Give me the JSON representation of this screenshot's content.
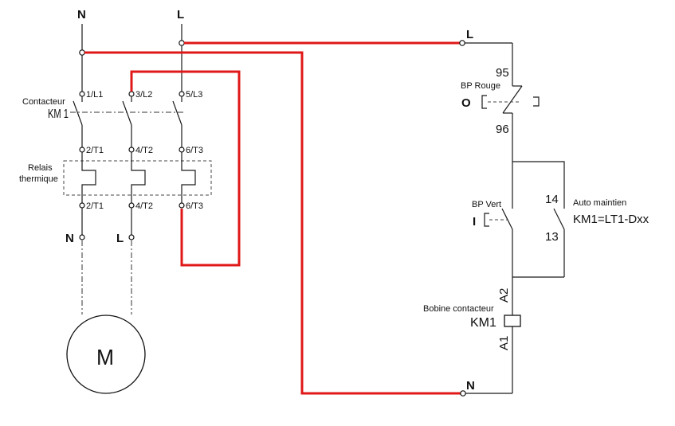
{
  "power": {
    "supply_n": "N",
    "supply_l": "L",
    "terminals_top": [
      "1/L1",
      "3/L2",
      "5/L3"
    ],
    "contactor_label": "Contacteur",
    "contactor_name": "KM 1",
    "terminals_mid": [
      "2/T1",
      "4/T2",
      "6/T3"
    ],
    "relay_label_line1": "Relais",
    "relay_label_line2": "thermique",
    "terminals_bottom": [
      "2/T1",
      "4/T2",
      "6/T3"
    ],
    "out_n": "N",
    "out_l": "L",
    "motor_label": "M"
  },
  "control": {
    "supply_l": "L",
    "stop_button_label": "BP Rouge",
    "stop_button_symbol": "O",
    "stop_contact_top": "95",
    "stop_contact_bottom": "96",
    "start_button_label": "BP Vert",
    "start_button_symbol": "I",
    "hold_contact_top": "14",
    "hold_contact_bottom": "13",
    "hold_label": "Auto maintien",
    "hold_reference": "KM1=LT1-Dxx",
    "coil_label": "Bobine contacteur",
    "coil_name": "KM1",
    "coil_a2": "A2",
    "coil_a1": "A1",
    "supply_n": "N"
  },
  "colors": {
    "highlight_wire": "#e01818",
    "wire": "#1a1a1a"
  }
}
